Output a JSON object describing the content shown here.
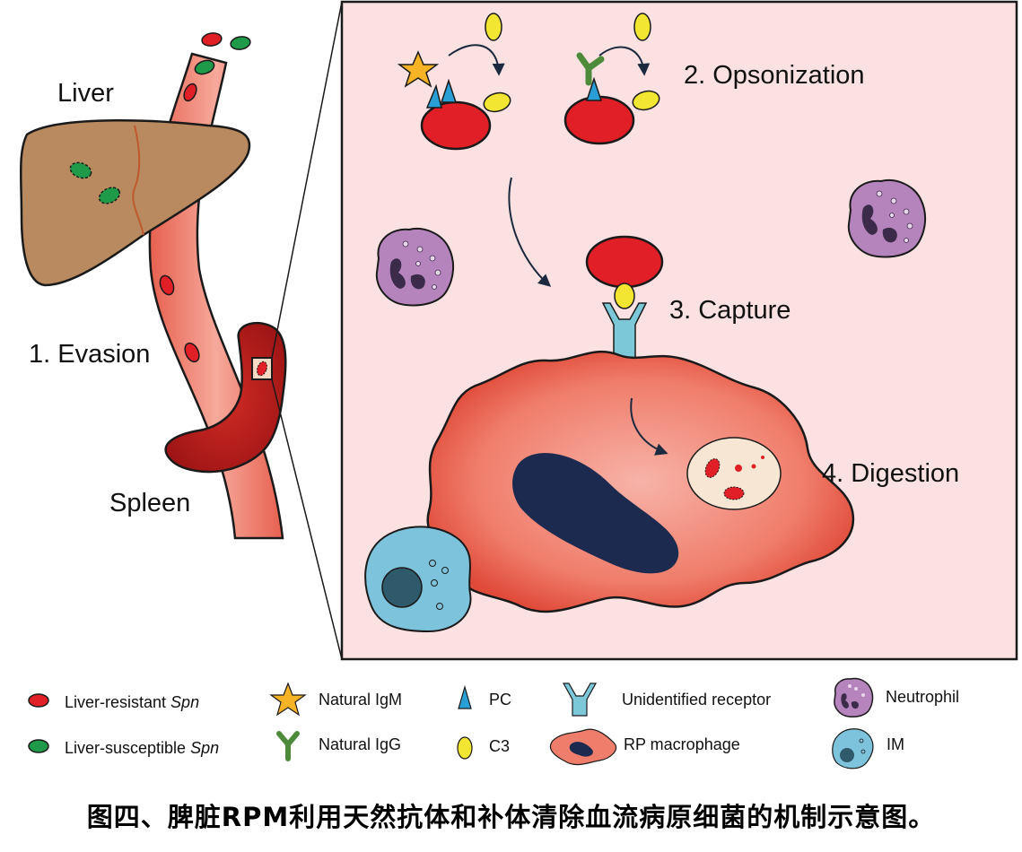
{
  "labels": {
    "liver": "Liver",
    "evasion": "1. Evasion",
    "spleen": "Spleen",
    "opsonization": "2. Opsonization",
    "capture": "3. Capture",
    "digestion": "4. Digestion"
  },
  "legend": {
    "liver_resistant": "Liver-resistant ",
    "liver_resistant_italic": "Spn",
    "liver_susceptible": "Liver-susceptible ",
    "liver_susceptible_italic": "Spn",
    "natural_igm": "Natural IgM",
    "natural_igg": "Natural IgG",
    "pc": "PC",
    "c3": "C3",
    "unidentified_receptor": "Unidentified receptor",
    "rp_macrophage": "RP macrophage",
    "neutrophil": "Neutrophil",
    "im": "IM"
  },
  "caption": "图四、脾脏RPM利用天然抗体和补体清除血流病原细菌的机制示意图。",
  "colors": {
    "bacteria_resistant": "#e01f26",
    "bacteria_susceptible": "#1f9a48",
    "liver": "#b5835b",
    "spleen": "#b51c1c",
    "vessel": "#f08a7e",
    "panel_bg": "#fbe0e0",
    "macrophage": "#ef6a5a",
    "nucleus": "#1b2a4e",
    "c3": "#f2e632",
    "pc": "#2a9fd6",
    "igm": "#f6b325",
    "igg": "#4d8b3a",
    "receptor": "#7cc8d8",
    "neutrophil": "#b07ab8",
    "im": "#6cb7d6"
  }
}
